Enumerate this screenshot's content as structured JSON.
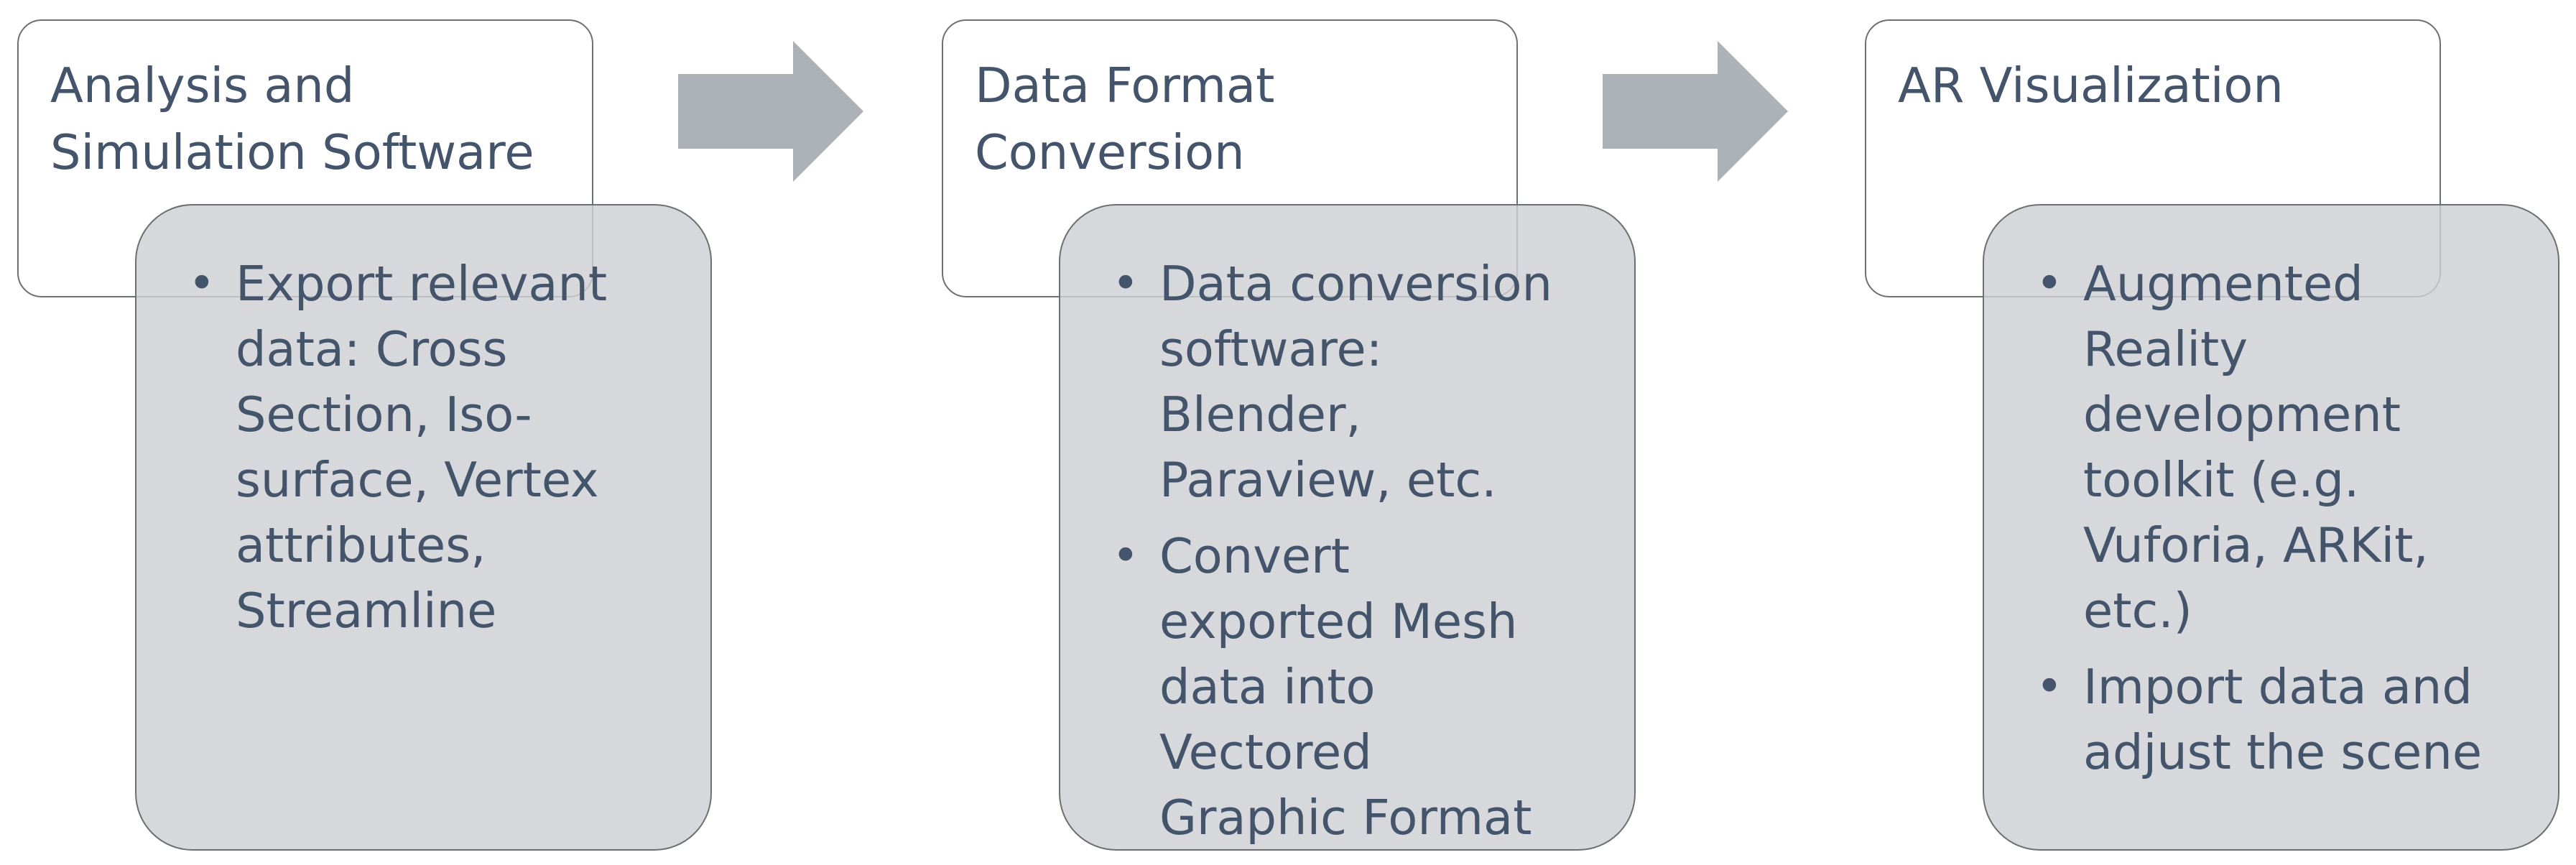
{
  "steps": [
    {
      "title": "Analysis and Simulation Software",
      "items": [
        "Export relevant data: Cross Section, Iso-surface, Vertex attributes, Streamline"
      ]
    },
    {
      "title": "Data Format Conversion",
      "items": [
        "Data conversion software: Blender, Paraview, etc.",
        "Convert exported Mesh data into Vectored Graphic Format"
      ]
    },
    {
      "title": "AR Visualization",
      "items": [
        "Augmented Reality development toolkit (e.g. Vuforia, ARKit, etc.)",
        "Import data and adjust the scene"
      ]
    }
  ],
  "colors": {
    "text": "#44546a",
    "detail_fill": "#cdd0d4",
    "arrow_fill": "#adb1b8",
    "border": "#6d7072"
  }
}
